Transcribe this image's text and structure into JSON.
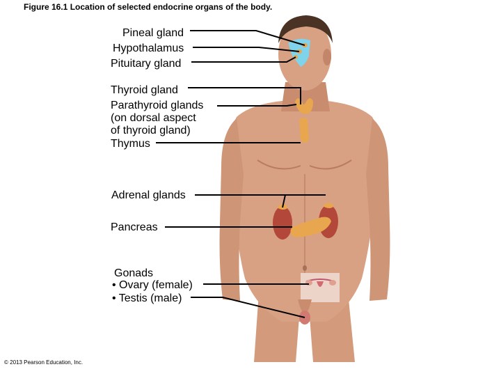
{
  "title": "Figure 16.1 Location of selected endocrine organs of the body.",
  "labels": {
    "pineal": "Pineal gland",
    "hypothalamus": "Hypothalamus",
    "pituitary": "Pituitary gland",
    "thyroid": "Thyroid gland",
    "parathyroid_1": "Parathyroid glands",
    "parathyroid_2": "(on dorsal aspect",
    "parathyroid_3": "of thyroid gland)",
    "thymus": "Thymus",
    "adrenal": "Adrenal glands",
    "pancreas": "Pancreas",
    "gonads": "Gonads",
    "ovary": "• Ovary (female)",
    "testis": "• Testis (male)"
  },
  "copyright": "© 2013 Pearson Education, Inc.",
  "colors": {
    "skin": "#d9a184",
    "skin_shadow": "#b97c5e",
    "hair": "#4a3324",
    "brain": "#7fd3ea",
    "gland": "#e8a64f",
    "kidney": "#b3473a",
    "leader": "#000000"
  }
}
